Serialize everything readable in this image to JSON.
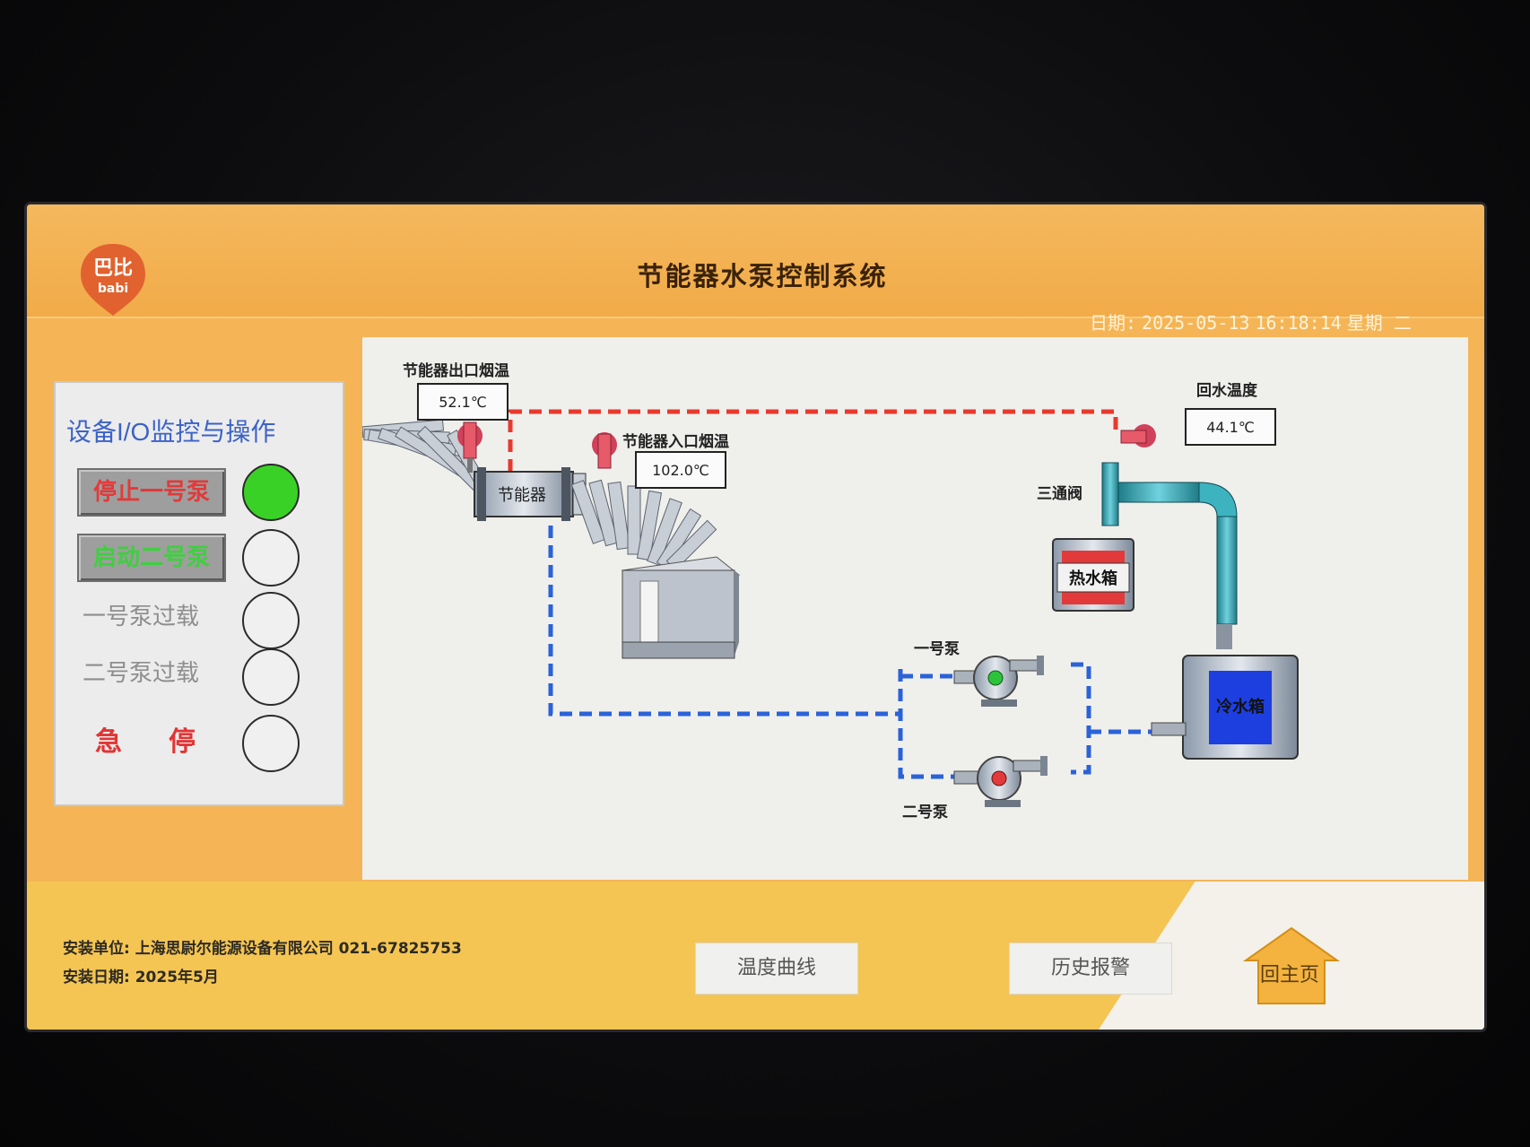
{
  "header": {
    "logo_text_1": "巴比",
    "logo_text_2": "babi",
    "title": "节能器水泵控制系统",
    "date_label": "日期:",
    "date": "2025-05-13",
    "time": "16:18:14",
    "weekday": "星期 二"
  },
  "side_panel": {
    "title": "设备I/O监控与操作",
    "stop_pump1_label": "停止一号泵",
    "start_pump2_label": "启动二号泵",
    "pump1_overload_label": "一号泵过载",
    "pump2_overload_label": "二号泵过载",
    "estop_label": "急停",
    "indicators": {
      "pump1_running": true,
      "pump2_running": false,
      "pump1_overload": false,
      "pump2_overload": false,
      "estop": false
    }
  },
  "diagram": {
    "outlet_temp_label": "节能器出口烟温",
    "outlet_temp_value": "52.1℃",
    "inlet_temp_label": "节能器入口烟温",
    "inlet_temp_value": "102.0℃",
    "return_temp_label": "回水温度",
    "return_temp_value": "44.1℃",
    "economizer_label": "节能器",
    "three_way_valve_label": "三通阀",
    "hot_tank_label": "热水箱",
    "cold_tank_label": "冷水箱",
    "pump1_label": "一号泵",
    "pump2_label": "二号泵",
    "colors": {
      "hot_line": "#e83a2c",
      "cold_line": "#2a62d8",
      "pump1_center": "#2cc23a",
      "pump2_center": "#e23a3a",
      "pipe": "#2a9aa8"
    }
  },
  "footer": {
    "install_unit": "安装单位: 上海思尉尔能源设备有限公司 021-67825753",
    "install_date": "安装日期: 2025年5月",
    "temp_curve_button": "温度曲线",
    "history_alarm_button": "历史报警",
    "home_button": "回主页"
  }
}
